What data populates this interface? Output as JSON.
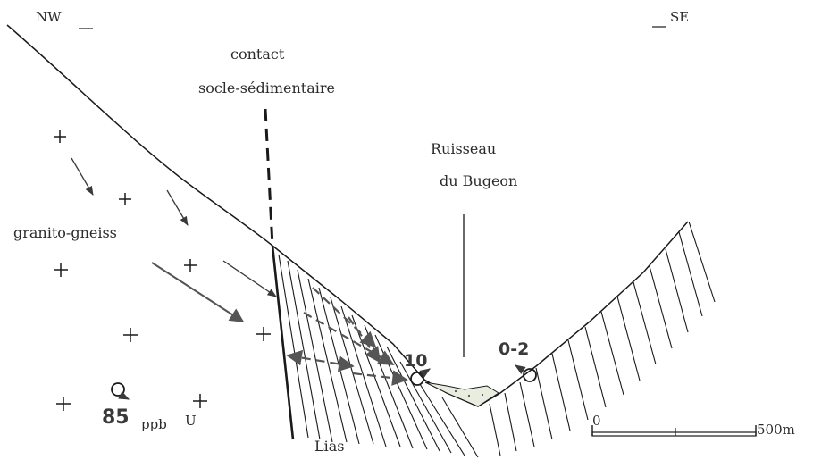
{
  "orientation": {
    "left": "NW",
    "right": "SE"
  },
  "labels": {
    "contact_line1": "contact",
    "contact_line2": "socle-sédimentaire",
    "stream_line1": "Ruisseau",
    "stream_line2": "du Bugeon",
    "rock": "granito-gneiss",
    "lias": "Lias"
  },
  "samples": {
    "stream_value": "10",
    "slope_value": "0-2",
    "granite_value": "85",
    "granite_unit": "ppb",
    "granite_element": "U"
  },
  "scale": {
    "start": "0",
    "end": "500m"
  },
  "colors": {
    "ink": "#1a1a1a",
    "arrow": "#555555",
    "alluvium": "#e8ede0"
  }
}
